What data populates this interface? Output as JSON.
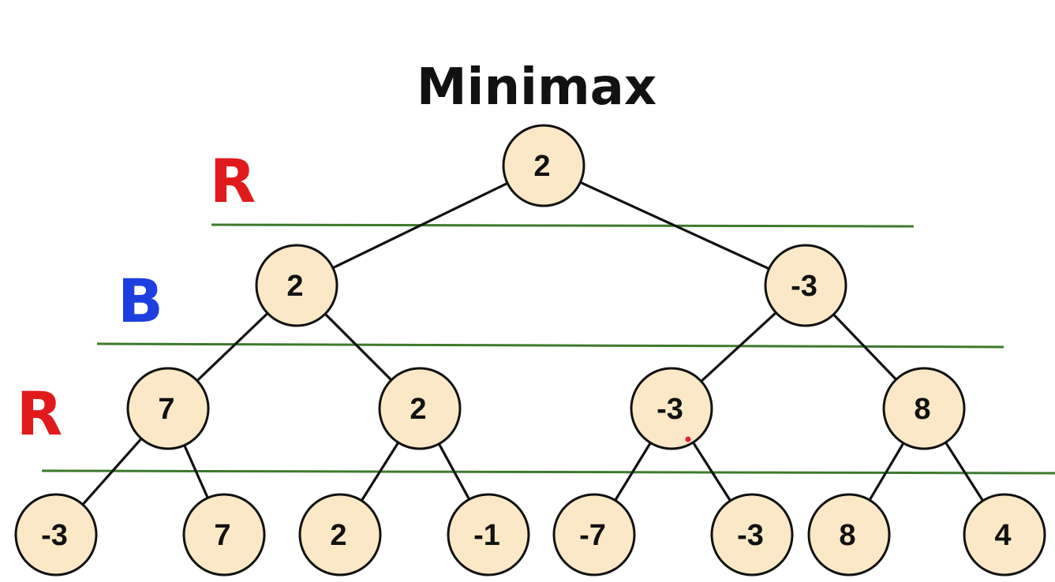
{
  "title": "Minimax",
  "colors": {
    "node_fill": "#fbe8c6",
    "divider": "#3d7a2c",
    "R": "#e11b1b",
    "B": "#1d3fe0"
  },
  "level_labels": [
    "R",
    "B",
    "R"
  ],
  "tree": {
    "value": "2",
    "children": [
      {
        "value": "2",
        "children": [
          {
            "value": "7",
            "children": [
              {
                "value": "-3"
              },
              {
                "value": "7"
              }
            ]
          },
          {
            "value": "2",
            "children": [
              {
                "value": "2"
              },
              {
                "value": "-1"
              }
            ]
          }
        ]
      },
      {
        "value": "-3",
        "children": [
          {
            "value": "-3",
            "children": [
              {
                "value": "-7"
              },
              {
                "value": "-3"
              }
            ]
          },
          {
            "value": "8",
            "children": [
              {
                "value": "8"
              },
              {
                "value": "4"
              }
            ]
          }
        ]
      }
    ]
  }
}
